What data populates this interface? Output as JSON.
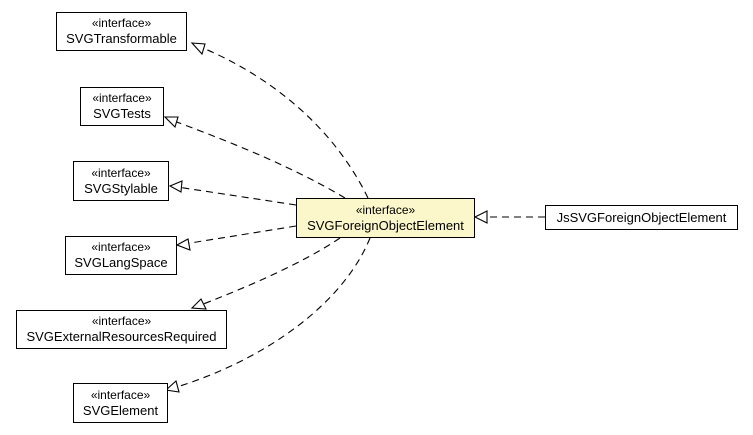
{
  "stereotype": "«interface»",
  "nodes": {
    "svg_transformable": {
      "name": "SVGTransformable"
    },
    "svg_tests": {
      "name": "SVGTests"
    },
    "svg_stylable": {
      "name": "SVGStylable"
    },
    "svg_lang_space": {
      "name": "SVGLangSpace"
    },
    "svg_external_resources_required": {
      "name": "SVGExternalResourcesRequired"
    },
    "svg_element": {
      "name": "SVGElement"
    },
    "svg_foreign_object_element": {
      "name": "SVGForeignObjectElement"
    },
    "js_svg_foreign_object_element": {
      "name": "JsSVGForeignObjectElement"
    }
  },
  "colors": {
    "focus_fill": "#fbf7cb",
    "node_fill": "#ffffff",
    "line": "#000000"
  }
}
